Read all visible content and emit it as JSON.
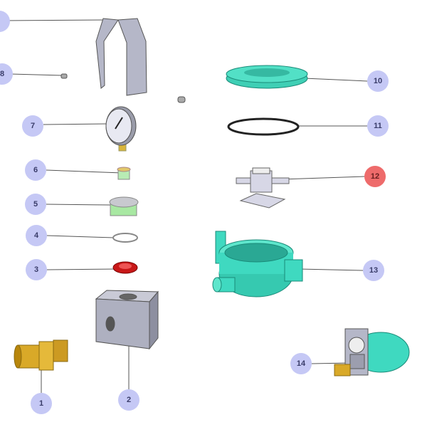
{
  "callouts": [
    {
      "id": "8",
      "label": "8"
    },
    {
      "id": "7",
      "label": "7"
    },
    {
      "id": "6",
      "label": "6"
    },
    {
      "id": "5",
      "label": "5"
    },
    {
      "id": "4",
      "label": "4"
    },
    {
      "id": "3",
      "label": "3"
    },
    {
      "id": "1",
      "label": "1"
    },
    {
      "id": "2",
      "label": "2"
    },
    {
      "id": "10",
      "label": "10"
    },
    {
      "id": "11",
      "label": "11"
    },
    {
      "id": "12",
      "label": "12"
    },
    {
      "id": "13",
      "label": "13"
    },
    {
      "id": "14",
      "label": "14"
    }
  ],
  "selected_callout": "12",
  "colors": {
    "callout": "#c5c8f5",
    "callout_selected": "#ee6b6b",
    "teal": "#3fd9c0",
    "metal": "#b9bccb",
    "brass": "#d9a928",
    "red": "#c81818",
    "green": "#b5ecb0"
  }
}
